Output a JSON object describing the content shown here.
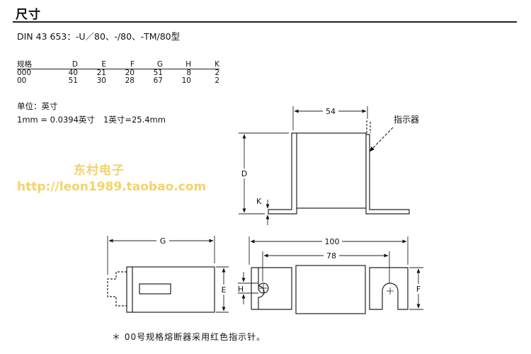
{
  "page": {
    "title": "尺寸",
    "subtitle": "DIN 43 653：-U／80、-/80、-TM/80型",
    "table": {
      "headers": [
        "规格",
        "D",
        "E",
        "F",
        "G",
        "H",
        "K"
      ],
      "rows": [
        [
          "000",
          "40",
          "21",
          "20",
          "51",
          "8",
          "2"
        ],
        [
          "00",
          "51",
          "30",
          "28",
          "67",
          "10",
          "2"
        ]
      ]
    },
    "unit_label": "单位：英寸",
    "conversion_1": "1mm = 0.0394英寸",
    "conversion_2": "1英寸=25.4mm",
    "watermark_name": "东村电子",
    "watermark_url": "http://leon1989.taobao.com",
    "footnote": "＊ 00号规格熔断器采用红色指示针。"
  },
  "drawing": {
    "dim_54": "54",
    "indicator_label": "指示器",
    "dim_D": "D",
    "dim_K": "K",
    "dim_G": "G",
    "dim_E": "E",
    "dim_100": "100",
    "dim_78": "78",
    "dim_H": "H",
    "dim_F": "F"
  },
  "colors": {
    "watermark": "#f3d36a",
    "line": "#222222"
  }
}
